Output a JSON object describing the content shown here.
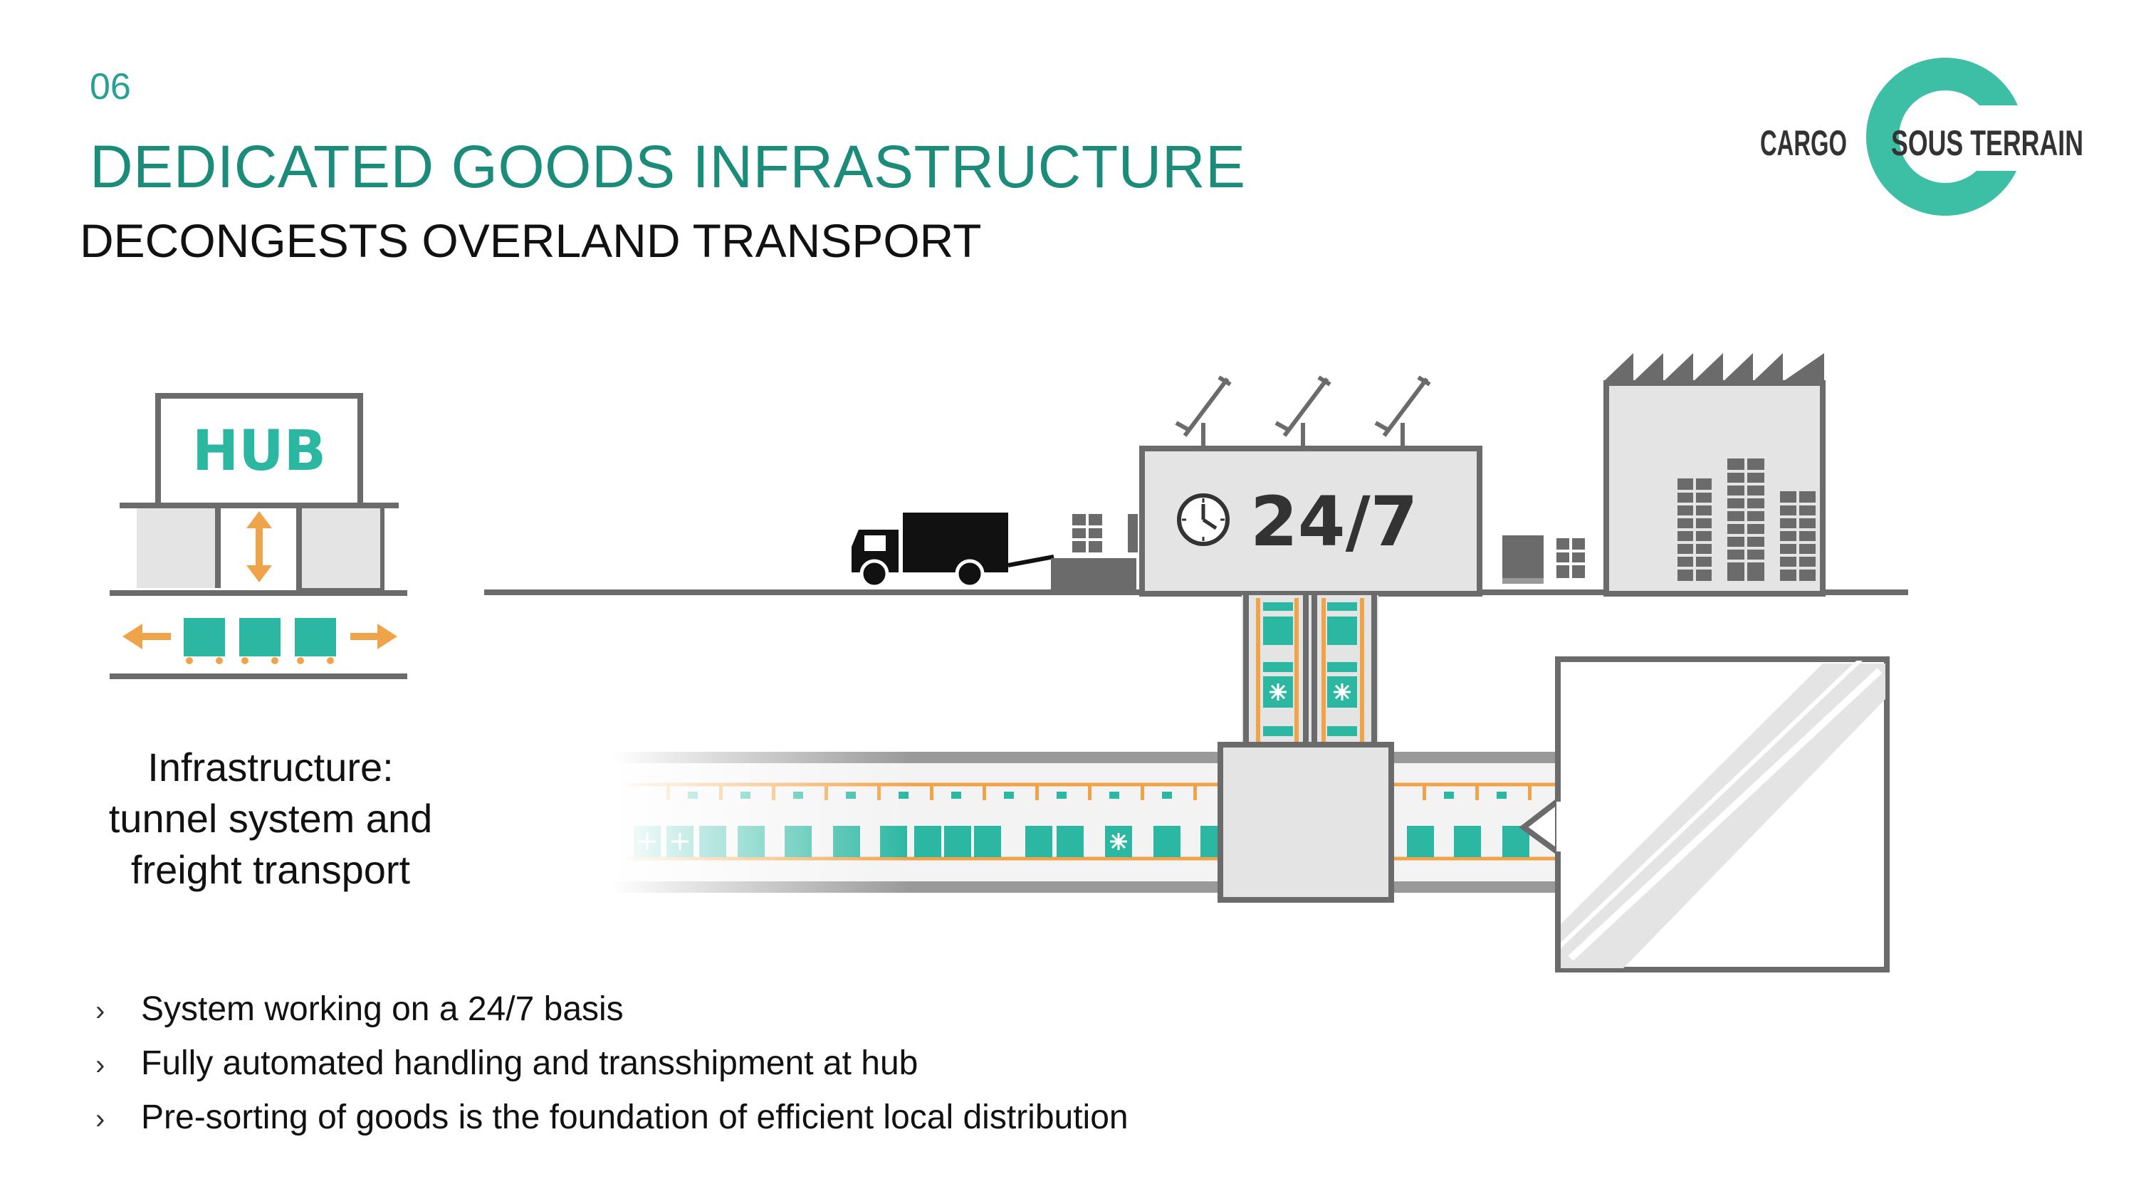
{
  "slide": {
    "number": "06",
    "title": "DEDICATED GOODS INFRASTRUCTURE",
    "subtitle": "DECONGESTS OVERLAND TRANSPORT"
  },
  "logo": {
    "left_text": "CARGO",
    "right_text": "SOUS TERRAIN",
    "ring_color": "#3dbfa6"
  },
  "hub": {
    "label": "HUB",
    "caption_lines": [
      "Infrastructure:",
      "tunnel system and",
      "freight transport"
    ]
  },
  "diagram": {
    "hub_sign": "24/7",
    "icons": [
      "clock-icon",
      "truck-icon",
      "factory-icon",
      "antenna-icon",
      "cargo-container-icon",
      "pallet-icon"
    ]
  },
  "bullets": [
    "System working on a 24/7 basis",
    "Fully automated handling and transshipment at hub",
    "Pre-sorting of goods is the foundation of efficient local distribution"
  ],
  "colors": {
    "teal": "#2bb7a1",
    "title_teal": "#1c8c7a",
    "orange": "#f0a44a",
    "gray_line": "#6b6b6b",
    "gray_fill": "#e4e4e4"
  }
}
